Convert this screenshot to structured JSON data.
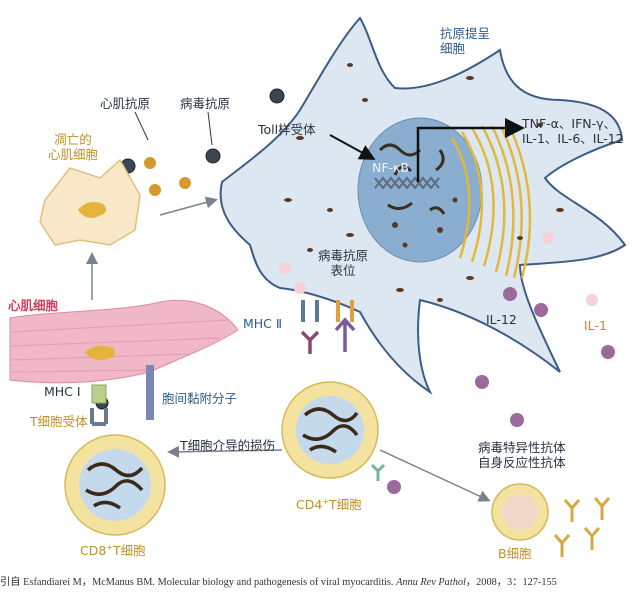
{
  "labels": {
    "apc": "抗原提呈\n细胞",
    "cardiac_antigen": "心肌抗原",
    "viral_antigen": "病毒抗原",
    "apoptotic_cell": "凋亡的\n心肌细胞",
    "toll_receptor": "Toll样受体",
    "nfkb": "NF-κB",
    "cytokines": "TNF-α、IFN-γ、\nIL-1、IL-6、IL-12",
    "antigen_presentation": "病毒抗原\n表位",
    "mhc2": "MHC Ⅱ",
    "il12": "IL-12",
    "il1": "IL-1",
    "cardiomyocyte": "心肌细胞",
    "mhc1": "MHC Ⅰ",
    "adhesion": "胞间黏附分子",
    "tcr": "T细胞受体",
    "t_injury": "T细胞介导的损伤",
    "cd4": "CD4",
    "cd4_suffix": "T细胞",
    "cd8": "CD8",
    "cd8_suffix": "T细胞",
    "antibodies": "病毒特异性抗体\n自身反应性抗体",
    "bcell": "B细胞",
    "plus": "+"
  },
  "citation": {
    "prefix": "引自 Esfandiarei M，McManus BM. Molecular biology and pathogenesis of viral myocarditis. ",
    "journal": "Annu Rev Pathol",
    "suffix": "，2008，3：127-155"
  },
  "colors": {
    "apc_fill": "#dce7f1",
    "apc_stroke": "#3d5d85",
    "nucleus": "#8aaed0",
    "er": "#e3b73a",
    "cardio": "#f0b8c6",
    "cell_ring": "#f4e3a0",
    "cell_core": "#c5d9ec"
  }
}
